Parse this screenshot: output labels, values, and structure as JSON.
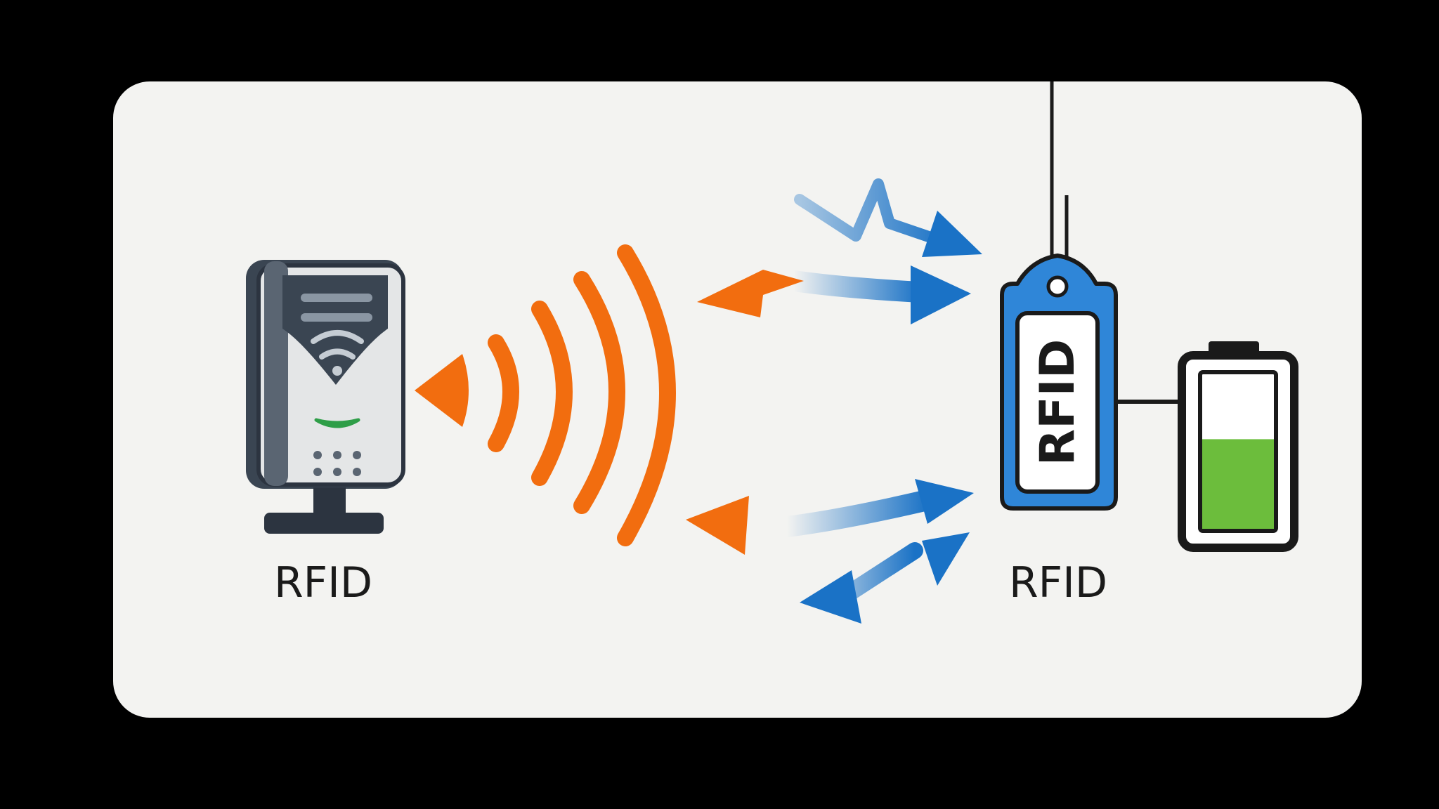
{
  "diagram": {
    "reader_label": "RFID",
    "tag_label": "RFID",
    "tag_text": "RFID",
    "battery_level": 0.58,
    "icons": [
      "rfid-reader-icon",
      "rfid-tag-icon",
      "battery-icon",
      "radio-wave-icon",
      "arrow-icon"
    ]
  },
  "colors": {
    "background": "#000000",
    "card": "#f3f3f1",
    "orange": "#f26d0f",
    "blue": "#1a72c6",
    "light_blue": "#cfe4f7",
    "reader_body": "#e4e6e7",
    "reader_dark": "#3a4552",
    "tag_blue": "#2f86d8",
    "battery_green": "#6cbd3c",
    "reader_led": "#3cc05a"
  }
}
